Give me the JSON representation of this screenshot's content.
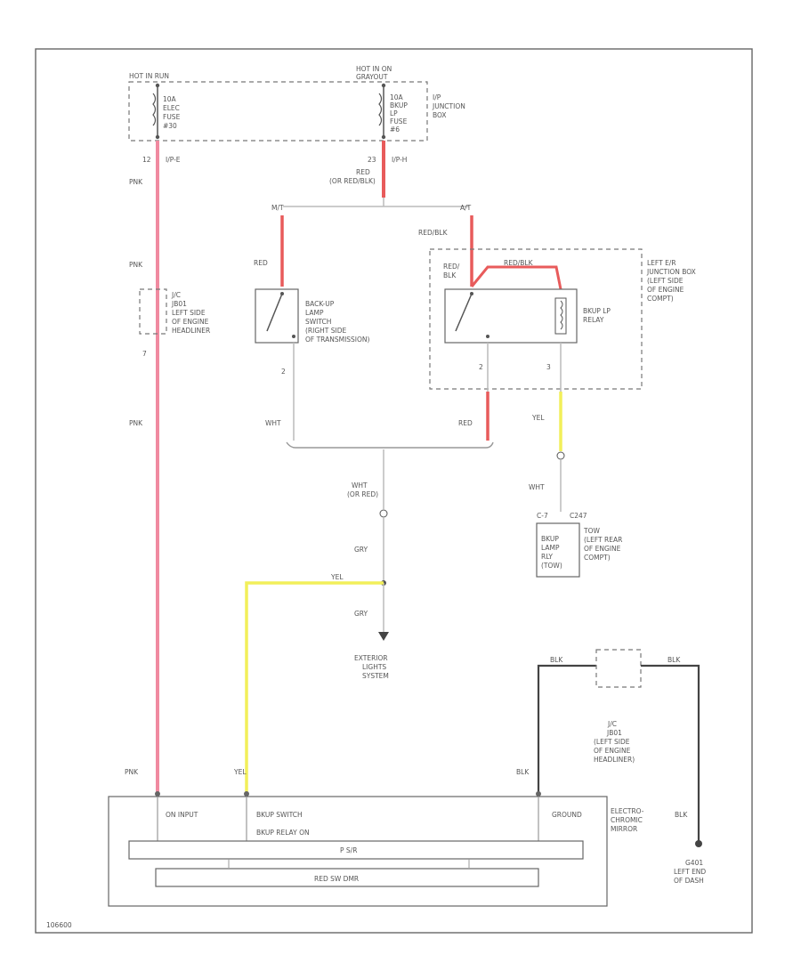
{
  "colors": {
    "pink": "#f08aa0",
    "red": "#e85b5b",
    "yellow": "#f2ef5a",
    "black": "#444444",
    "white_wire": "#bbbbbb"
  },
  "fuse_box": {
    "hot_run": "HOT IN RUN",
    "hot_start": "HOT IN ON\nGRAYOUT",
    "fuse1": [
      "10A",
      "ELEC",
      "FUSE",
      "#30"
    ],
    "fuse2": [
      "10A",
      "BKUP",
      "LP",
      "FUSE",
      "#6"
    ],
    "label": [
      "I/P",
      "JUNCTION",
      "BOX"
    ],
    "pin1": "12",
    "pin1_conn": "I/P-E",
    "pin2": "23",
    "pin2_conn": "I/P-H"
  },
  "wires": {
    "pnk1": "PNK",
    "pnk2": "PNK",
    "pnk3": "PNK",
    "pnk4": "PNK",
    "red_main": [
      "RED",
      "(OR RED/BLK)"
    ],
    "red_left": "RED",
    "red_blk": "RED/BLK",
    "red_blk_relay": [
      "RED/",
      "BLK"
    ],
    "red_blk2": "RED/BLK",
    "wht1": "WHT",
    "red_bottom": "RED",
    "yel1": "YEL",
    "wht2": "WHT",
    "wht_or_red": [
      "WHT",
      "(OR RED)"
    ],
    "gry1": "GRY",
    "yel2": "YEL",
    "gry2": "GRY",
    "blk1": "BLK",
    "blk2": "BLK",
    "yel3": "YEL",
    "blk3": "BLK",
    "blk4": "BLK"
  },
  "splices": {
    "mt": "M/T",
    "at": "A/T"
  },
  "components": {
    "jc_left": [
      "J/C",
      "JB01",
      "LEFT SIDE",
      "OF ENGINE",
      "HEADLINER"
    ],
    "jc_left_pin": "7",
    "backup_switch": [
      "BACK-UP",
      "LAMP",
      "SWITCH",
      "(RIGHT SIDE",
      "OF TRANSMISSION)"
    ],
    "backup_switch_pin": "2",
    "left_jbox": [
      "LEFT E/R",
      "JUNCTION BOX",
      "(LEFT SIDE",
      "OF ENGINE",
      "COMPT)"
    ],
    "relay": [
      "BKUP LP",
      "RELAY"
    ],
    "relay_pin_a": "2",
    "relay_pin_b": "3",
    "connector": [
      "C-7",
      "C247"
    ],
    "conn_detail": [
      "TOW",
      "(LEFT REAR",
      "OF ENGINE",
      "COMPT)"
    ],
    "bkup_lamp_box": [
      "BKUP",
      "LAMP",
      "RLY",
      "(TOW)"
    ],
    "exterior": [
      "EXTERIOR",
      "LIGHTS",
      "SYSTEM"
    ],
    "jc_right": [
      "J/C",
      "JB01",
      "(LEFT SIDE",
      "OF ENGINE",
      "HEADLINER)"
    ],
    "mirror": [
      "ELECTRO-",
      "CHROMIC",
      "MIRROR"
    ],
    "mirror_in1": "ON INPUT",
    "mirror_in2": [
      "BKUP SWITCH",
      "BKUP RELAY ON"
    ],
    "mirror_in3": "GROUND",
    "mirror_bar1": "P S/R",
    "mirror_bar2": "RED SW DMR",
    "ground": [
      "G401",
      "LEFT END",
      "OF DASH"
    ]
  },
  "footer": "106600"
}
